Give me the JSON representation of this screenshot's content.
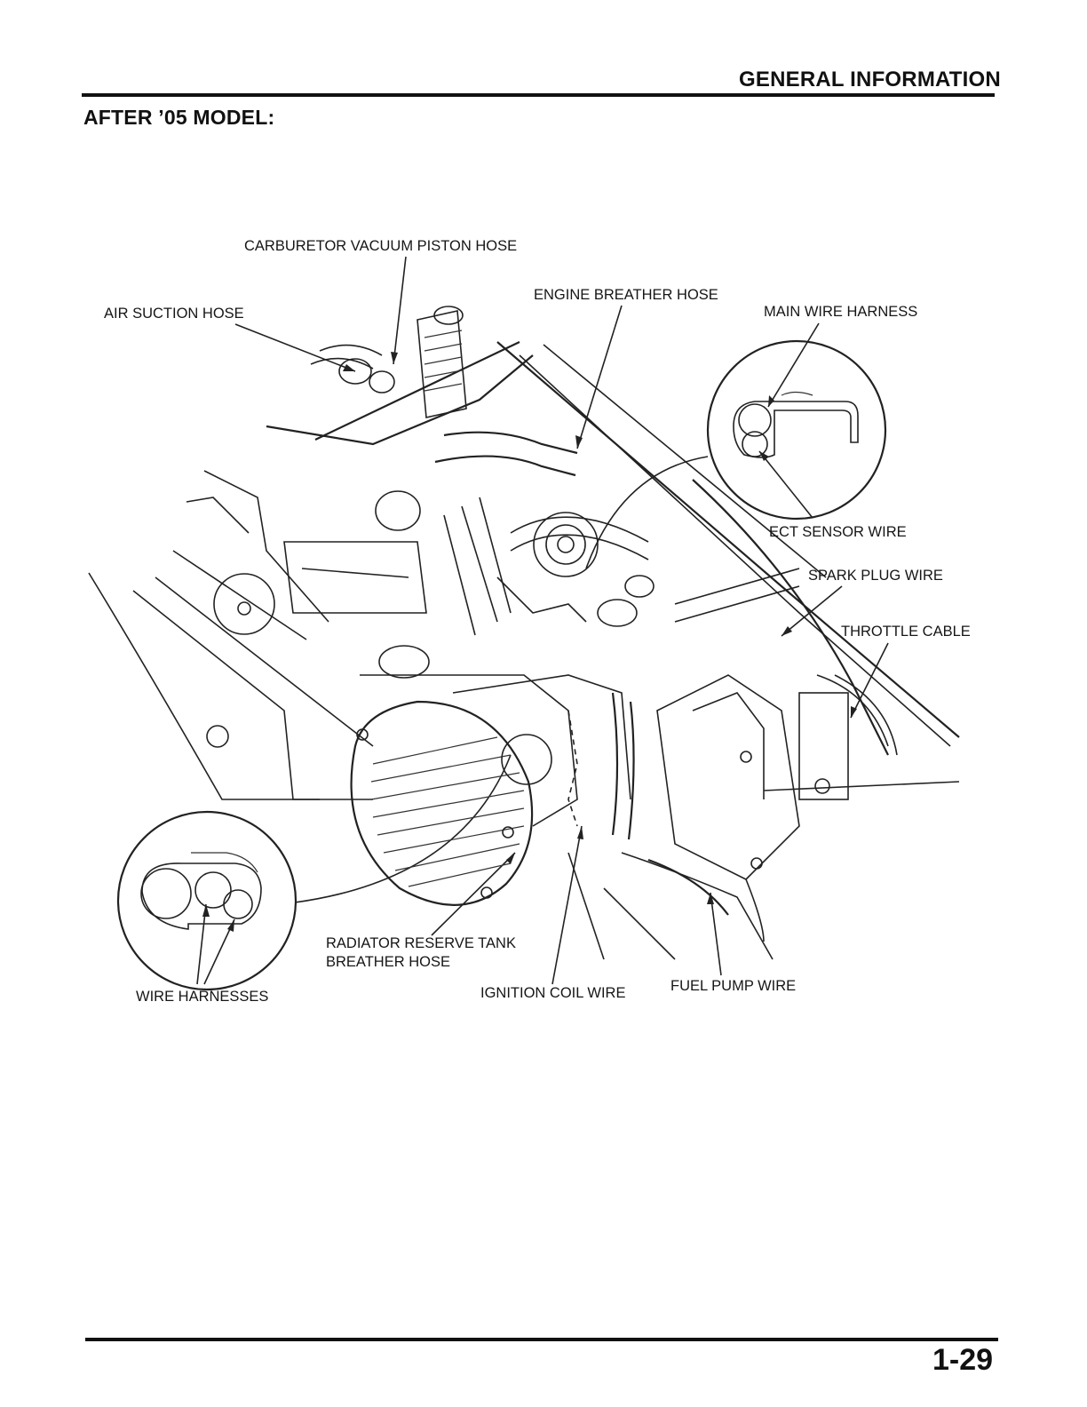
{
  "header": {
    "section_title": "GENERAL INFORMATION",
    "subtitle": "AFTER ’05 MODEL:"
  },
  "callouts": {
    "carburetor_vacuum_piston_hose": "CARBURETOR VACUUM PISTON  HOSE",
    "engine_breather_hose": "ENGINE BREATHER HOSE",
    "air_suction_hose": "AIR SUCTION  HOSE",
    "main_wire_harness": "MAIN WIRE HARNESS",
    "ect_sensor_wire": "ECT SENSOR WIRE",
    "spark_plug_wire": "SPARK PLUG WIRE",
    "throttle_cable": "THROTTLE CABLE",
    "radiator_reserve_tank_line1": "RADIATOR RESERVE TANK",
    "radiator_reserve_tank_line2": "BREATHER HOSE",
    "wire_harnesses": "WIRE HARNESSES",
    "ignition_coil_wire": "IGNITION COIL WIRE",
    "fuel_pump_wire": "FUEL PUMP WIRE"
  },
  "footer": {
    "page_number": "1-29"
  }
}
